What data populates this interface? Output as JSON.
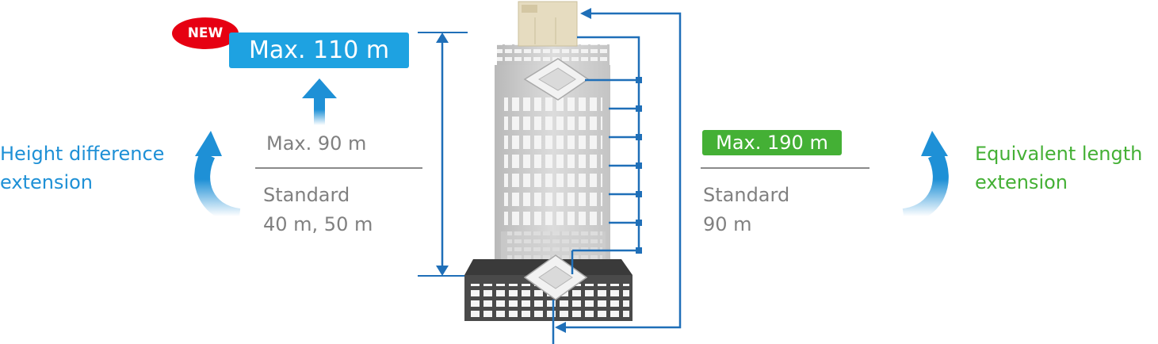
{
  "left": {
    "caption_line1": "Height difference",
    "caption_line2": "extension",
    "new_badge": "NEW",
    "max_new": "Max. 110 m",
    "max_old": "Max. 90 m",
    "standard_label": "Standard",
    "standard_values": "40 m, 50 m"
  },
  "right": {
    "caption_line1": "Equivalent length",
    "caption_line2": "extension",
    "max_new": "Max. 190 m",
    "standard_label": "Standard",
    "standard_values": "90 m"
  },
  "colors": {
    "blue_accent": "#1ea2e1",
    "blue_text": "#1e90d6",
    "green_accent": "#44b035",
    "red_badge": "#e60012",
    "gray_text": "#808080",
    "pipe_blue": "#1f6fb8"
  }
}
